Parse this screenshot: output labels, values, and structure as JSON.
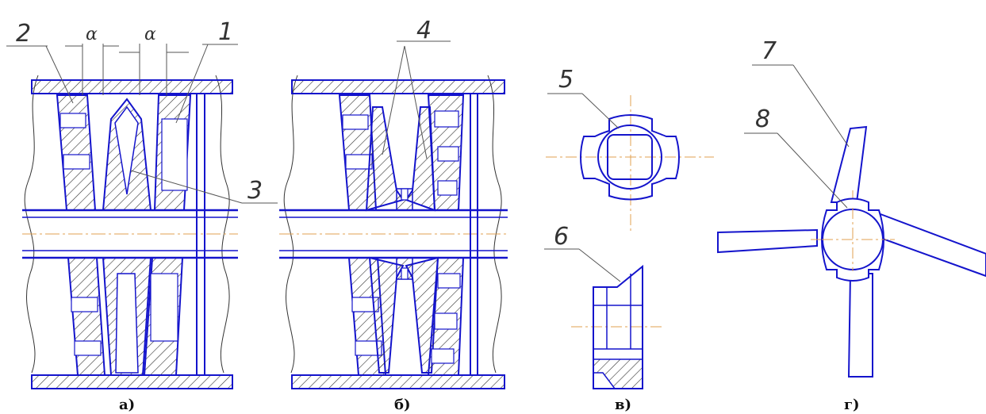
{
  "figure": {
    "captions": [
      "а)",
      "б)",
      "в)",
      "г)"
    ],
    "part_labels": {
      "p1": "1",
      "p2": "2",
      "p3": "3",
      "p4": "4",
      "p5": "5",
      "p6": "6",
      "p7": "7",
      "p8": "8"
    },
    "angle_label": "α"
  },
  "colors": {
    "outline": "#1414cc",
    "hatch": "#333333",
    "centerline": "#e0a050",
    "leader": "#555555"
  }
}
